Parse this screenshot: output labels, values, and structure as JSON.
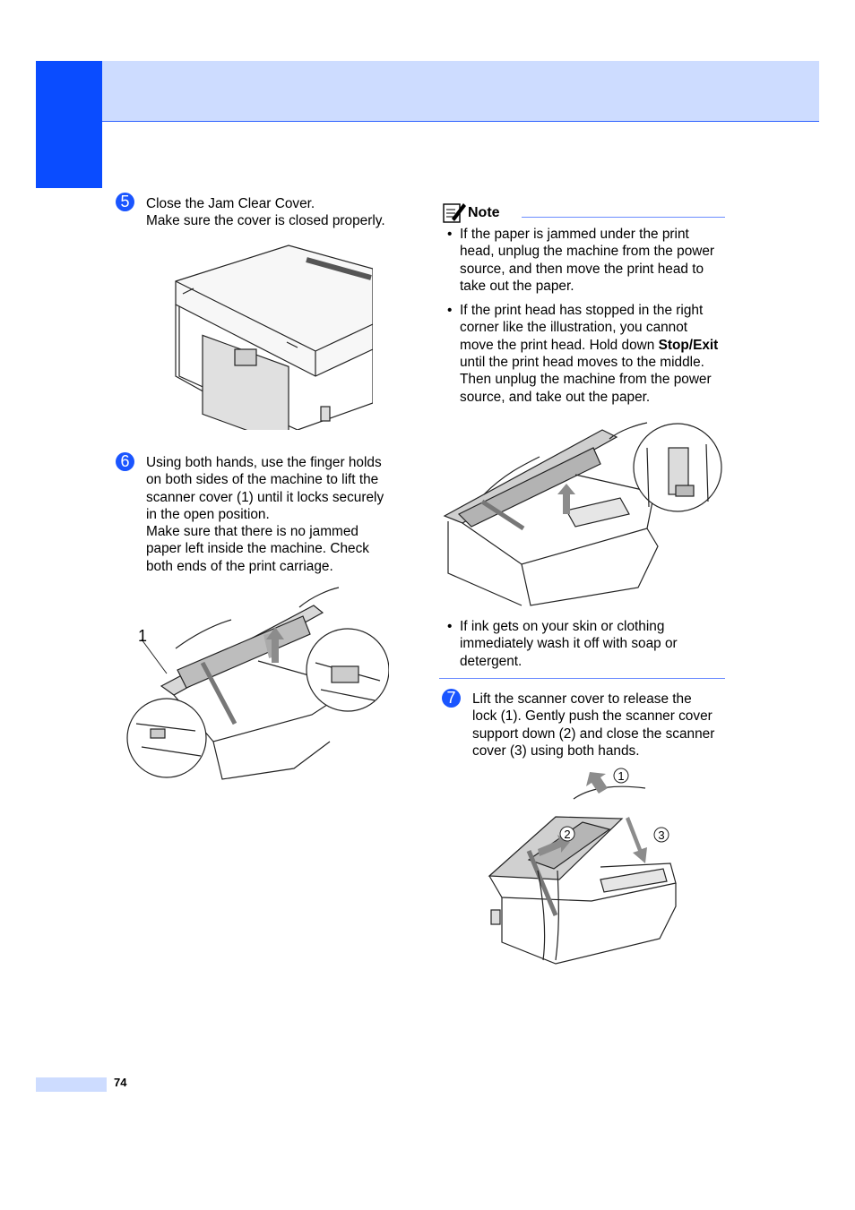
{
  "steps": {
    "s5": {
      "number": "5",
      "lines": [
        "Close the Jam Clear Cover.",
        "Make sure the cover is closed properly."
      ]
    },
    "s6": {
      "number": "6",
      "lines": [
        "Using both hands, use the finger holds",
        "on both sides of the machine to lift the",
        "scanner cover (1) until it locks securely",
        "in the open position.",
        "Make sure that there is no jammed",
        "paper left inside the machine. Check",
        "both ends of the print carriage."
      ],
      "callout": "1"
    },
    "s7": {
      "number": "7",
      "lines": [
        "Lift the scanner cover to release the",
        "lock (1). Gently push the scanner cover",
        "support down (2) and close the scanner",
        "cover (3) using both hands."
      ],
      "callouts": [
        "1",
        "2",
        "3"
      ]
    }
  },
  "note": {
    "label": "Note",
    "bullet1": [
      "If the paper is jammed under the print",
      "head, unplug the machine from the power",
      "source, and then move the print head to",
      "take out the paper."
    ],
    "bullet2": {
      "l1": "If the print head has stopped in the right",
      "l2": "corner like the illustration, you cannot",
      "l3_pre": "move the print head. Hold down ",
      "l3_bold": "Stop/Exit",
      "l4": "until the print head moves to the middle.",
      "l5": "Then unplug the machine from the power",
      "l6": "source, and take out the paper."
    },
    "bullet3": [
      "If ink gets on your skin or clothing",
      "immediately wash it off with soap or",
      "detergent."
    ]
  },
  "footer": {
    "page_number": "74"
  },
  "colors": {
    "accent": "#0a4cff",
    "band": "#cddcff",
    "rule": "#6b8cff"
  },
  "icons": [
    "note-pencil-icon"
  ]
}
